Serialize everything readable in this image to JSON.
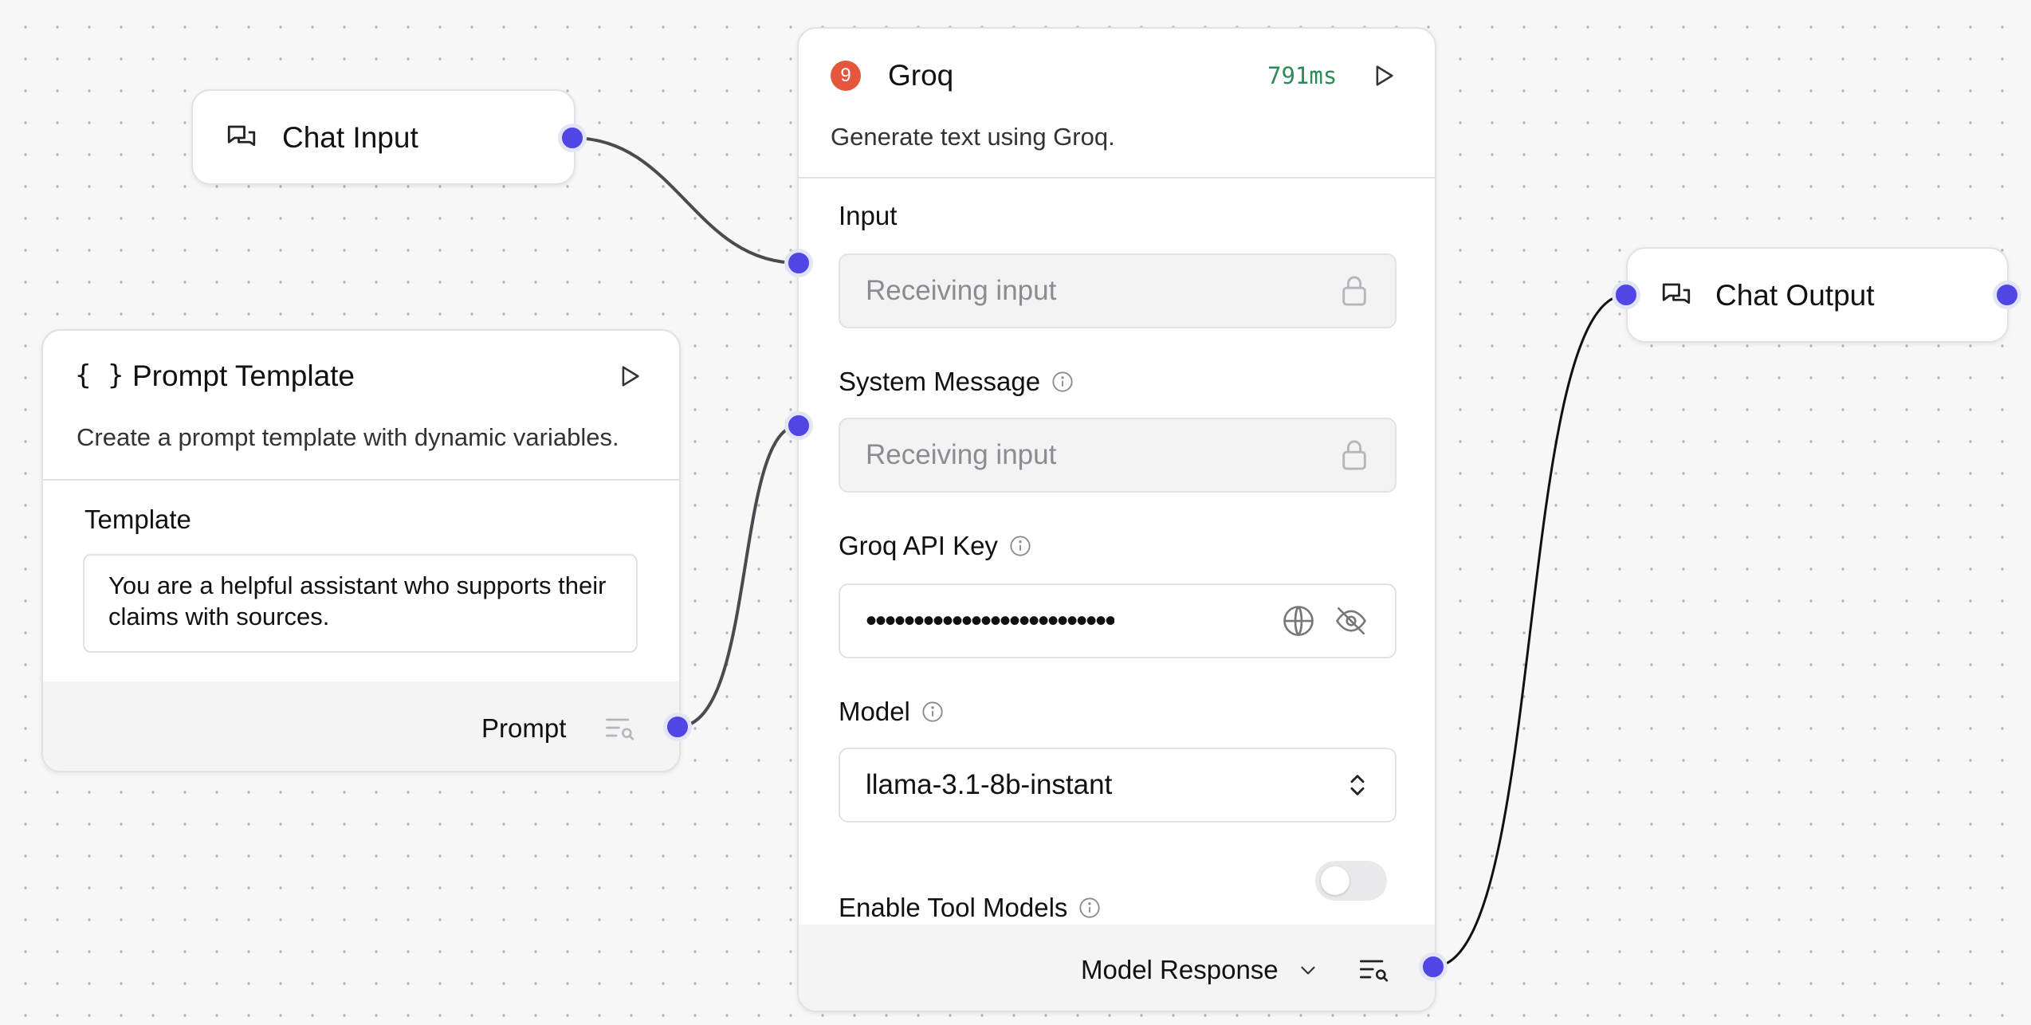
{
  "chat_input": {
    "title": "Chat Input",
    "icon": "chat-bubbles-icon"
  },
  "prompt_template": {
    "title": "Prompt Template",
    "icon": "braces-icon",
    "description": "Create a prompt template with dynamic variables.",
    "template_label": "Template",
    "template_value": "You are a helpful assistant who supports their claims with sources.",
    "output_label": "Prompt"
  },
  "groq": {
    "title": "Groq",
    "badge": "9",
    "timing": "791ms",
    "description": "Generate text using Groq.",
    "input_label": "Input",
    "input_placeholder": "Receiving input",
    "system_label": "System Message",
    "system_placeholder": "Receiving input",
    "api_key_label": "Groq API Key",
    "api_key_value": "••••••••••••••••••••••••••",
    "model_label": "Model",
    "model_value": "llama-3.1-8b-instant",
    "tool_models_label": "Enable Tool Models",
    "tool_models_enabled": false,
    "output_label": "Model Response"
  },
  "chat_output": {
    "title": "Chat Output",
    "icon": "chat-bubbles-icon"
  },
  "colors": {
    "accent": "#4f46e5",
    "groq_badge": "#e4573d",
    "timing": "#2e8b57"
  }
}
